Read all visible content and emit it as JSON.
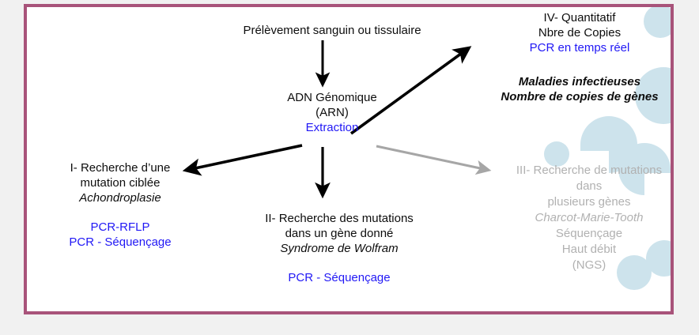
{
  "colors": {
    "border": "#a8537a",
    "page_background": "#f1f1f1",
    "slide_background": "#ffffff",
    "text": "#0d0d0d",
    "accent_blue": "#2118f5",
    "faded_gray": "#b1b1b1",
    "arrow_black": "#000000",
    "arrow_gray": "#a6a6a6",
    "decor_blue": "#cde3ec"
  },
  "diagram": {
    "source": {
      "label": "Prélèvement sanguin ou tissulaire"
    },
    "central": {
      "line1": "ADN Génomique",
      "line2": "(ARN)",
      "line3": "Extraction"
    },
    "branches": [
      {
        "id": "iv-quantitatif",
        "title_line1": "IV- Quantitatif",
        "title_line2": "Nbre de Copies",
        "method": "PCR en temps réel",
        "examples_line1": "Maladies infectieuses",
        "examples_line2": "Nombre de copies de gènes"
      },
      {
        "id": "i-recherche-mutation-ciblee",
        "title_line1": "I- Recherche d’une",
        "title_line2": "mutation ciblée",
        "example": "Achondroplasie",
        "method_line1": "PCR-RFLP",
        "method_line2": "PCR - Séquençage"
      },
      {
        "id": "ii-recherche-mutations-gene",
        "title_line1": "II- Recherche des mutations",
        "title_line2": "dans un gène donné",
        "example": "Syndrome de Wolfram",
        "method": "PCR - Séquençage"
      },
      {
        "id": "iii-recherche-mutations-plusieurs-genes",
        "title_line1": "III- Recherche de mutations",
        "title_line2": "dans",
        "title_line3": "plusieurs gènes",
        "example": "Charcot-Marie-Tooth",
        "method_line1": "Séquençage",
        "method_line2": "Haut débit",
        "method_line3": "(NGS)"
      }
    ],
    "arrows": [
      {
        "name": "arrow-source-to-central",
        "style": "black",
        "direction": "down"
      },
      {
        "name": "arrow-central-to-quant",
        "style": "black",
        "direction": "up-right"
      },
      {
        "name": "arrow-central-to-branch-i",
        "style": "black",
        "direction": "down-left"
      },
      {
        "name": "arrow-central-to-branch-ii",
        "style": "black",
        "direction": "down"
      },
      {
        "name": "arrow-central-to-branch-iii",
        "style": "gray",
        "direction": "down-right"
      }
    ]
  }
}
